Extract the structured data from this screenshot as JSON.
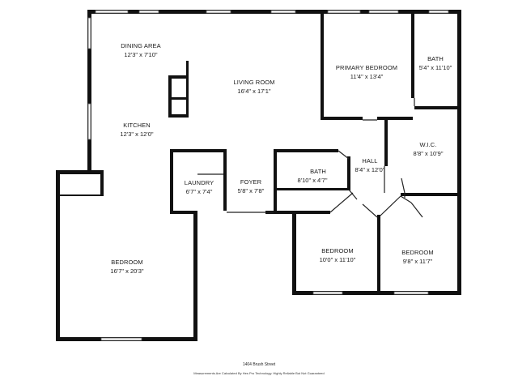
{
  "rooms": {
    "dining": {
      "name": "DINING AREA",
      "dim": "12'3\" x 7'10\""
    },
    "kitchen": {
      "name": "KITCHEN",
      "dim": "12'3\" x 12'0\""
    },
    "living": {
      "name": "LIVING ROOM",
      "dim": "16'4\" x 17'1\""
    },
    "primary": {
      "name": "PRIMARY BEDROOM",
      "dim": "11'4\" x 13'4\""
    },
    "bath_primary": {
      "name": "BATH",
      "dim": "5'4\" x 11'10\""
    },
    "wic": {
      "name": "W.I.C.",
      "dim": "8'8\" x 10'9\""
    },
    "hall": {
      "name": "HALL",
      "dim": "8'4\" x 12'0\""
    },
    "bath_hall": {
      "name": "BATH",
      "dim": "8'10\" x 4'7\""
    },
    "laundry": {
      "name": "LAUNDRY",
      "dim": "6'7\" x 7'4\""
    },
    "foyer": {
      "name": "FOYER",
      "dim": "5'8\" x 7'8\""
    },
    "bedroom_large": {
      "name": "BEDROOM",
      "dim": "16'7\" x 20'3\""
    },
    "bedroom_mid": {
      "name": "BEDROOM",
      "dim": "10'0\" x 11'10\""
    },
    "bedroom_right": {
      "name": "BEDROOM",
      "dim": "9'8\" x 11'7\""
    }
  },
  "footer": {
    "address": "1404 Brush Street",
    "disclaimer": "Measurements Are Calculated By Hes Pro Technology. Highly Reliable But Not Guaranteed"
  }
}
